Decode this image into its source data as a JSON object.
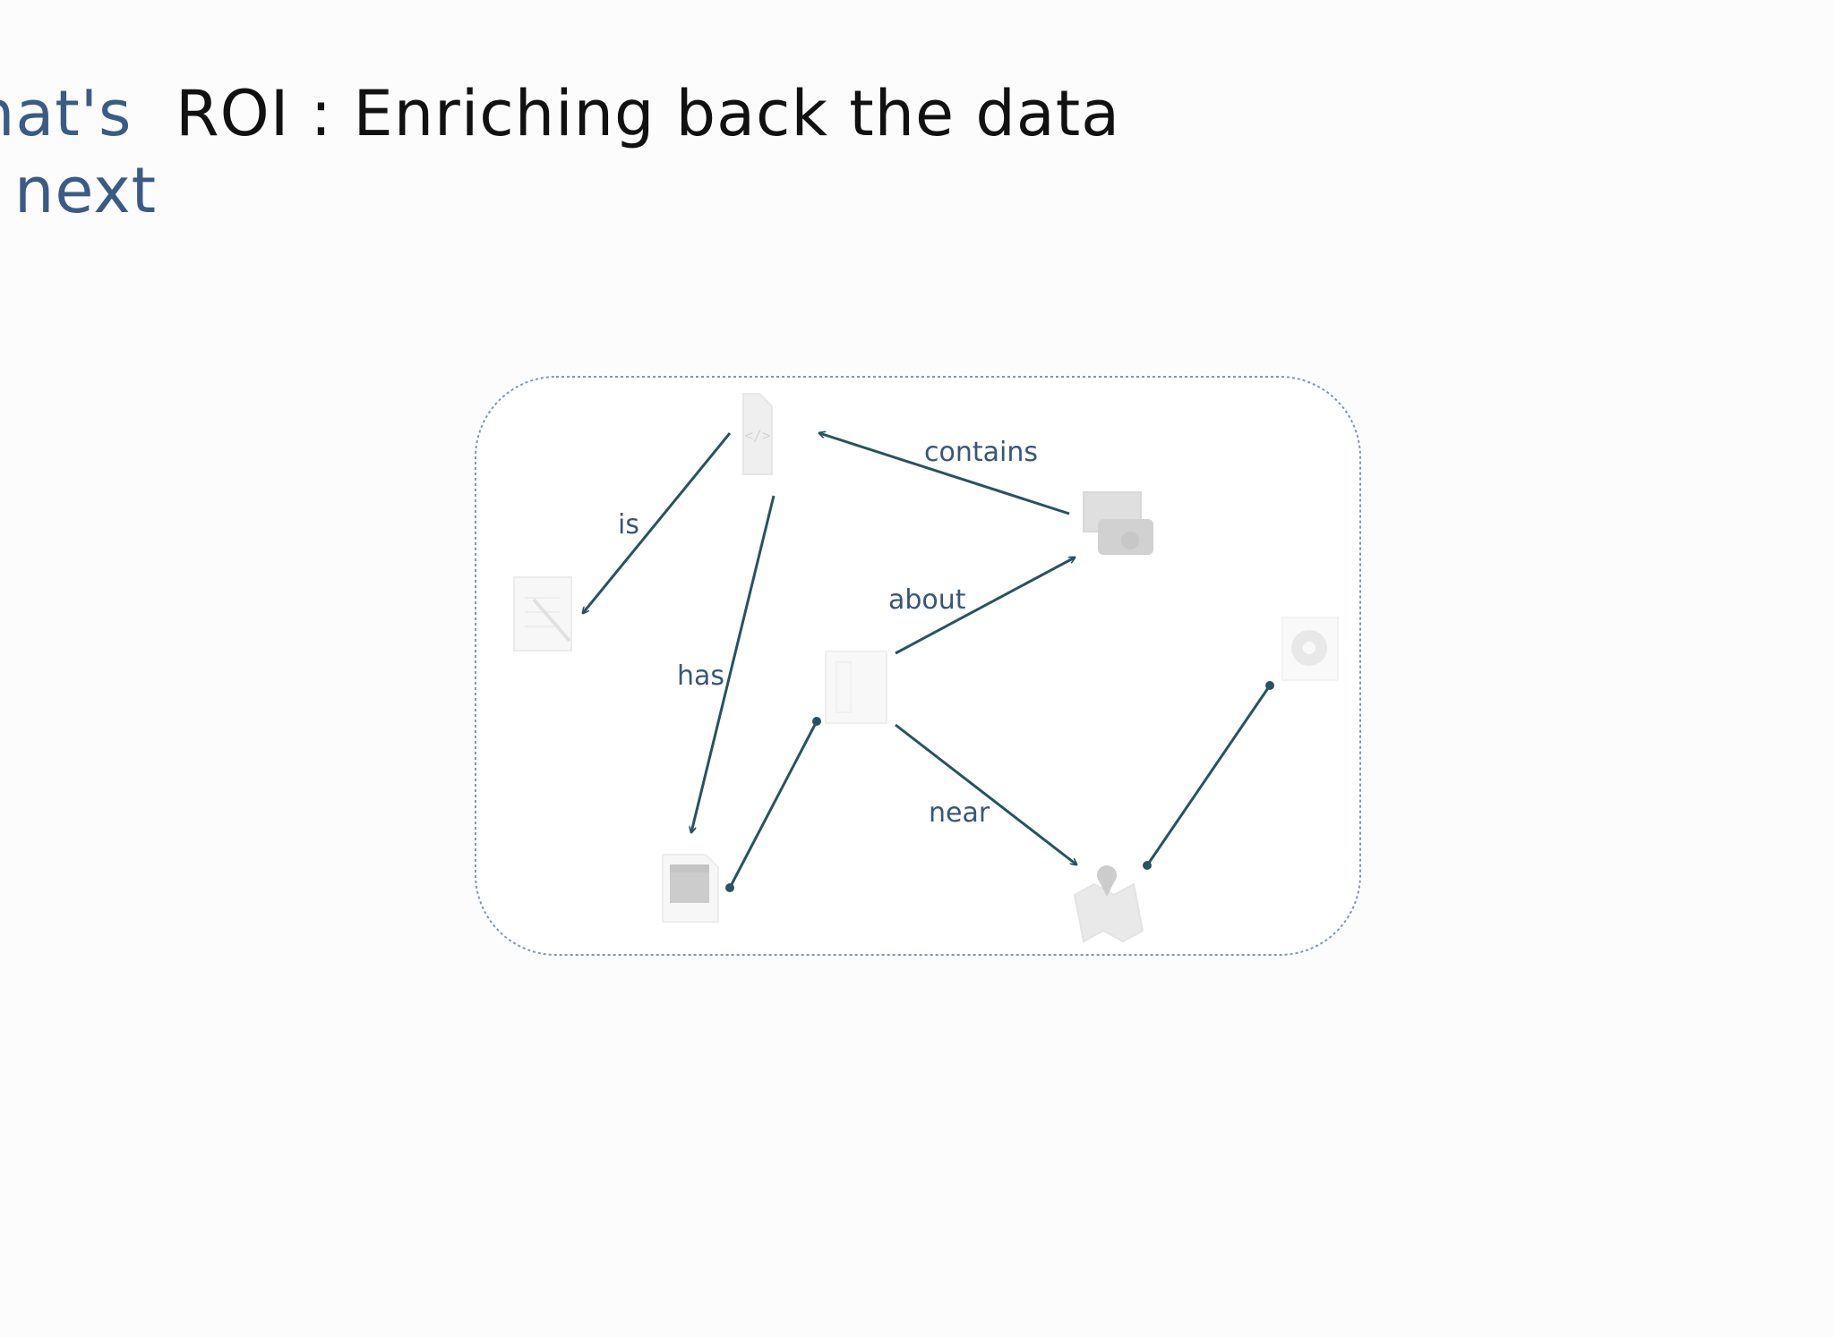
{
  "header": {
    "nav_line1": "hat's",
    "nav_line2": "next",
    "title": "ROI : Enriching back the data"
  },
  "diagram": {
    "nodes": [
      {
        "id": "html-document",
        "icon": "code-file-icon"
      },
      {
        "id": "text-document",
        "icon": "pencil-document-icon"
      },
      {
        "id": "video",
        "icon": "film-clapper-icon"
      },
      {
        "id": "page",
        "icon": "document-icon"
      },
      {
        "id": "images",
        "icon": "photo-camera-icon"
      },
      {
        "id": "map",
        "icon": "map-pin-icon"
      },
      {
        "id": "disc",
        "icon": "disc-icon"
      }
    ],
    "edges": [
      {
        "from": "html-document",
        "to": "text-document",
        "label": "is",
        "directed": true
      },
      {
        "from": "html-document",
        "to": "video",
        "label": "has",
        "directed": true
      },
      {
        "from": "images",
        "to": "html-document",
        "label": "contains",
        "directed": true
      },
      {
        "from": "page",
        "to": "images",
        "label": "about",
        "directed": true
      },
      {
        "from": "page",
        "to": "map",
        "label": "near",
        "directed": true
      },
      {
        "from": "video",
        "to": "page",
        "label": "",
        "directed": false
      },
      {
        "from": "map",
        "to": "disc",
        "label": "",
        "directed": false
      }
    ],
    "colors": {
      "edge": "#28535f",
      "label": "#3a5677",
      "border": "#7f97b3",
      "icon": "#c8c8c8"
    }
  }
}
